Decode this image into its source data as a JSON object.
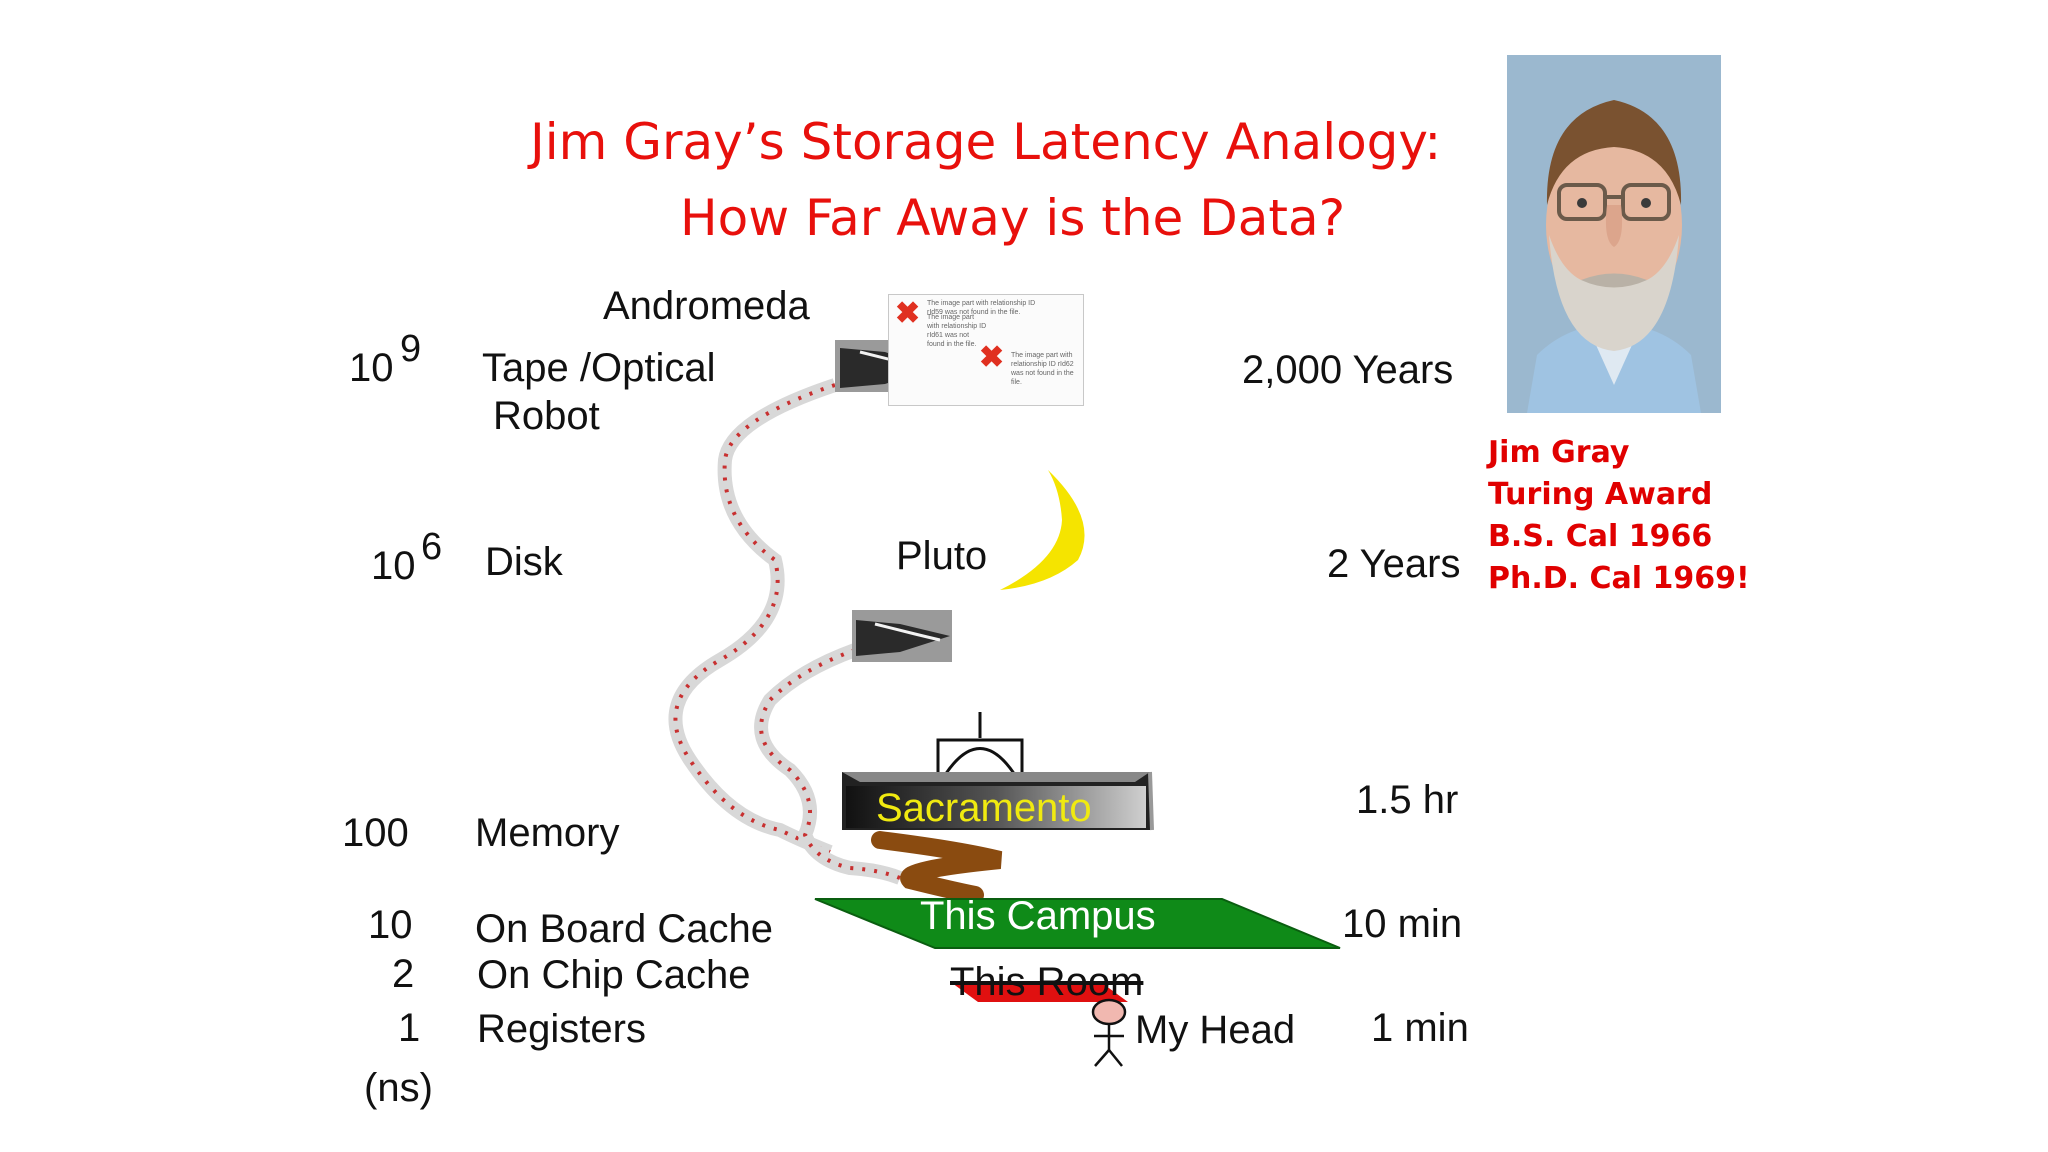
{
  "title": {
    "line1": "Jim Gray’s Storage Latency Analogy:",
    "line2": "How Far Away is the Data?"
  },
  "levels": [
    {
      "latency": "10",
      "exponent": "9",
      "name": "Tape /Optical",
      "name2": "Robot",
      "analogy": "Andromeda",
      "time": "2,000 Years"
    },
    {
      "latency": "10",
      "exponent": "6",
      "name": "Disk",
      "analogy": "Pluto",
      "time": "2 Years"
    },
    {
      "latency": "100",
      "name": "Memory",
      "analogy": "Sacramento",
      "time": "1.5 hr"
    },
    {
      "latency": "10",
      "name": "On Board  Cache",
      "analogy": "This Campus",
      "time": "10 min"
    },
    {
      "latency": "2",
      "name": "On Chip Cache",
      "analogy": "This Room"
    },
    {
      "latency": "1",
      "name": "Registers",
      "analogy": "My Head",
      "time": "1 min"
    }
  ],
  "unit": "(ns)",
  "person": {
    "lines": [
      "Jim Gray",
      "Turing Award",
      "B.S. Cal 1966",
      "Ph.D. Cal 1969!"
    ]
  },
  "broken_image": {
    "msg1": "The image part with relationship ID rId59 was not found in the file.",
    "msg2": "The image part with relationship ID rId61 was not found in the file.",
    "msg3": "The image part with relationship ID rId62 was not found in the file."
  },
  "colors": {
    "title": "#e8100c",
    "note": "#e00000",
    "campus": "#0f8a18",
    "room": "#e01010",
    "sacramento_text": "#f0ea10",
    "moon": "#f5e400",
    "path": "#c83030"
  }
}
